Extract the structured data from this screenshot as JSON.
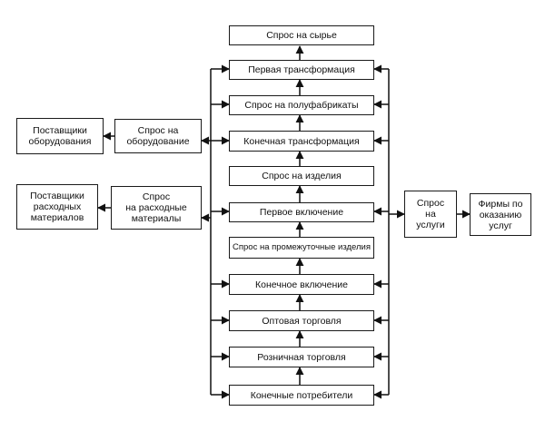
{
  "chain": [
    "Спрос на сырье",
    "Первая трансформация",
    "Спрос на полуфабрикаты",
    "Конечная трансформация",
    "Спрос на изделия",
    "Первое включение",
    "Спрос на промежуточные изделия",
    "Конечное включение",
    "Оптовая торговля",
    "Розничная торговля",
    "Конечные потребители"
  ],
  "left": {
    "equipment_demand": "Спрос на\nоборудование",
    "equipment_suppliers": "Поставщики\nоборудования",
    "materials_demand": "Спрос\nна расходные\nматериалы",
    "materials_suppliers": "Поставщики\nрасходных\nматериалов"
  },
  "right": {
    "services_demand": "Спрос\nна\nуслуги",
    "service_firms": "Фирмы по\nоказанию\nуслуг"
  }
}
